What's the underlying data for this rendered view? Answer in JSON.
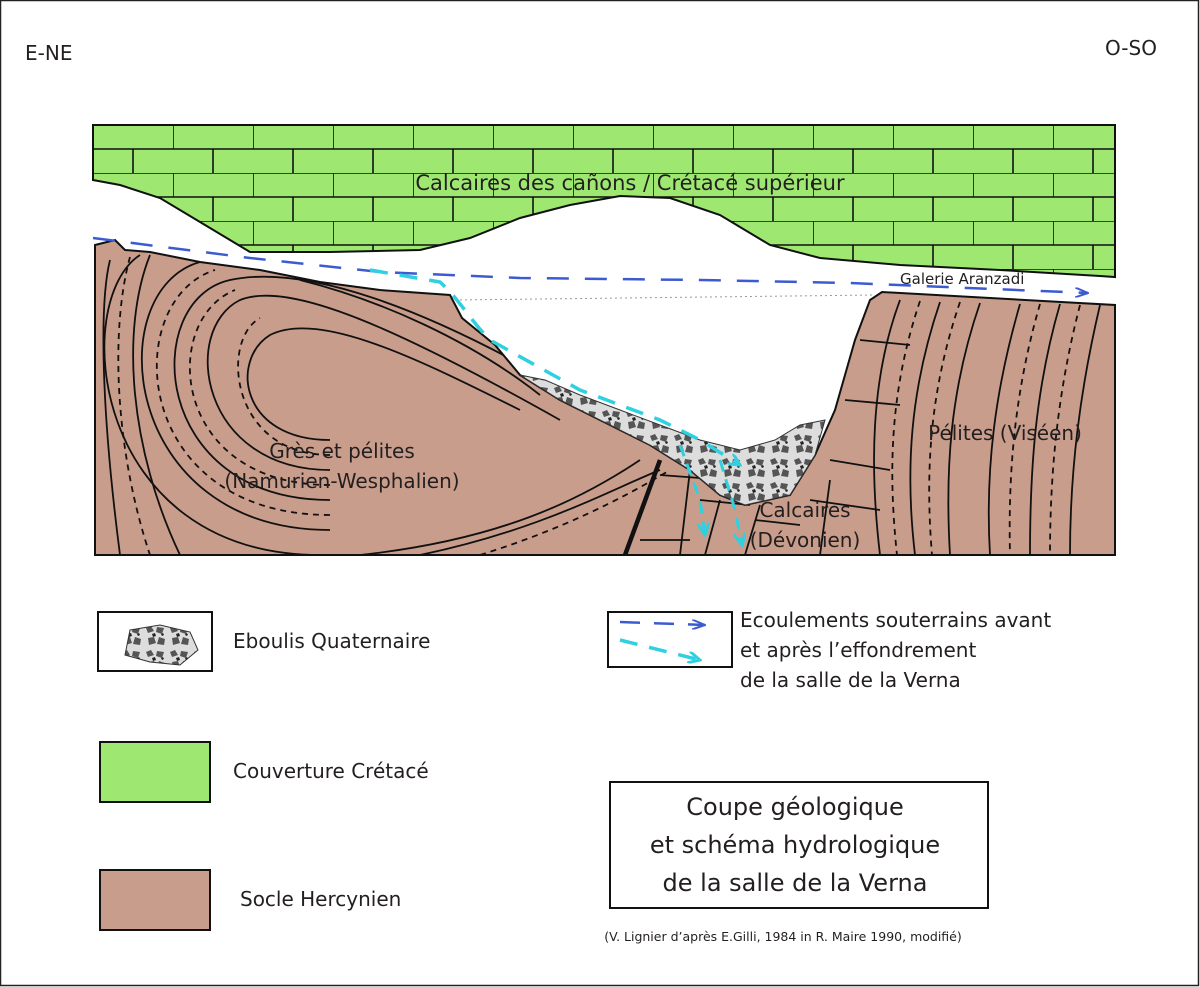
{
  "orientation": {
    "left": "E-NE",
    "right": "O-SO"
  },
  "section_labels": {
    "cretaceous": "Calcaires des cañons / Crétacé supérieur",
    "gallery": "Galerie Aranzadi",
    "gres_line1": "Grès et pélites",
    "gres_line2": "(Namurien-Wesphalien)",
    "pelites": "Pélites (Viséen)",
    "calcaires_line1": "Calcaires",
    "calcaires_line2": "(Dévonien)"
  },
  "legend": {
    "eboulis": "Eboulis Quaternaire",
    "flow_line1": "Ecoulements souterrains avant",
    "flow_line2": "et après l’effondrement",
    "flow_line3": "de la salle de la Verna",
    "cretace": "Couverture Crétacé",
    "socle": "Socle Hercynien"
  },
  "title": {
    "line1": "Coupe géologique",
    "line2": "et schéma hydrologique",
    "line3": "de la salle de la Verna"
  },
  "citation": "(V. Lignier d’après E.Gilli, 1984 in R. Maire 1990,  modifié)",
  "colors": {
    "cretaceous_green": "#9ee871",
    "basement_brown": "#c99d8b",
    "flow_before": "#3d5bd1",
    "flow_after": "#2fd0e0"
  }
}
